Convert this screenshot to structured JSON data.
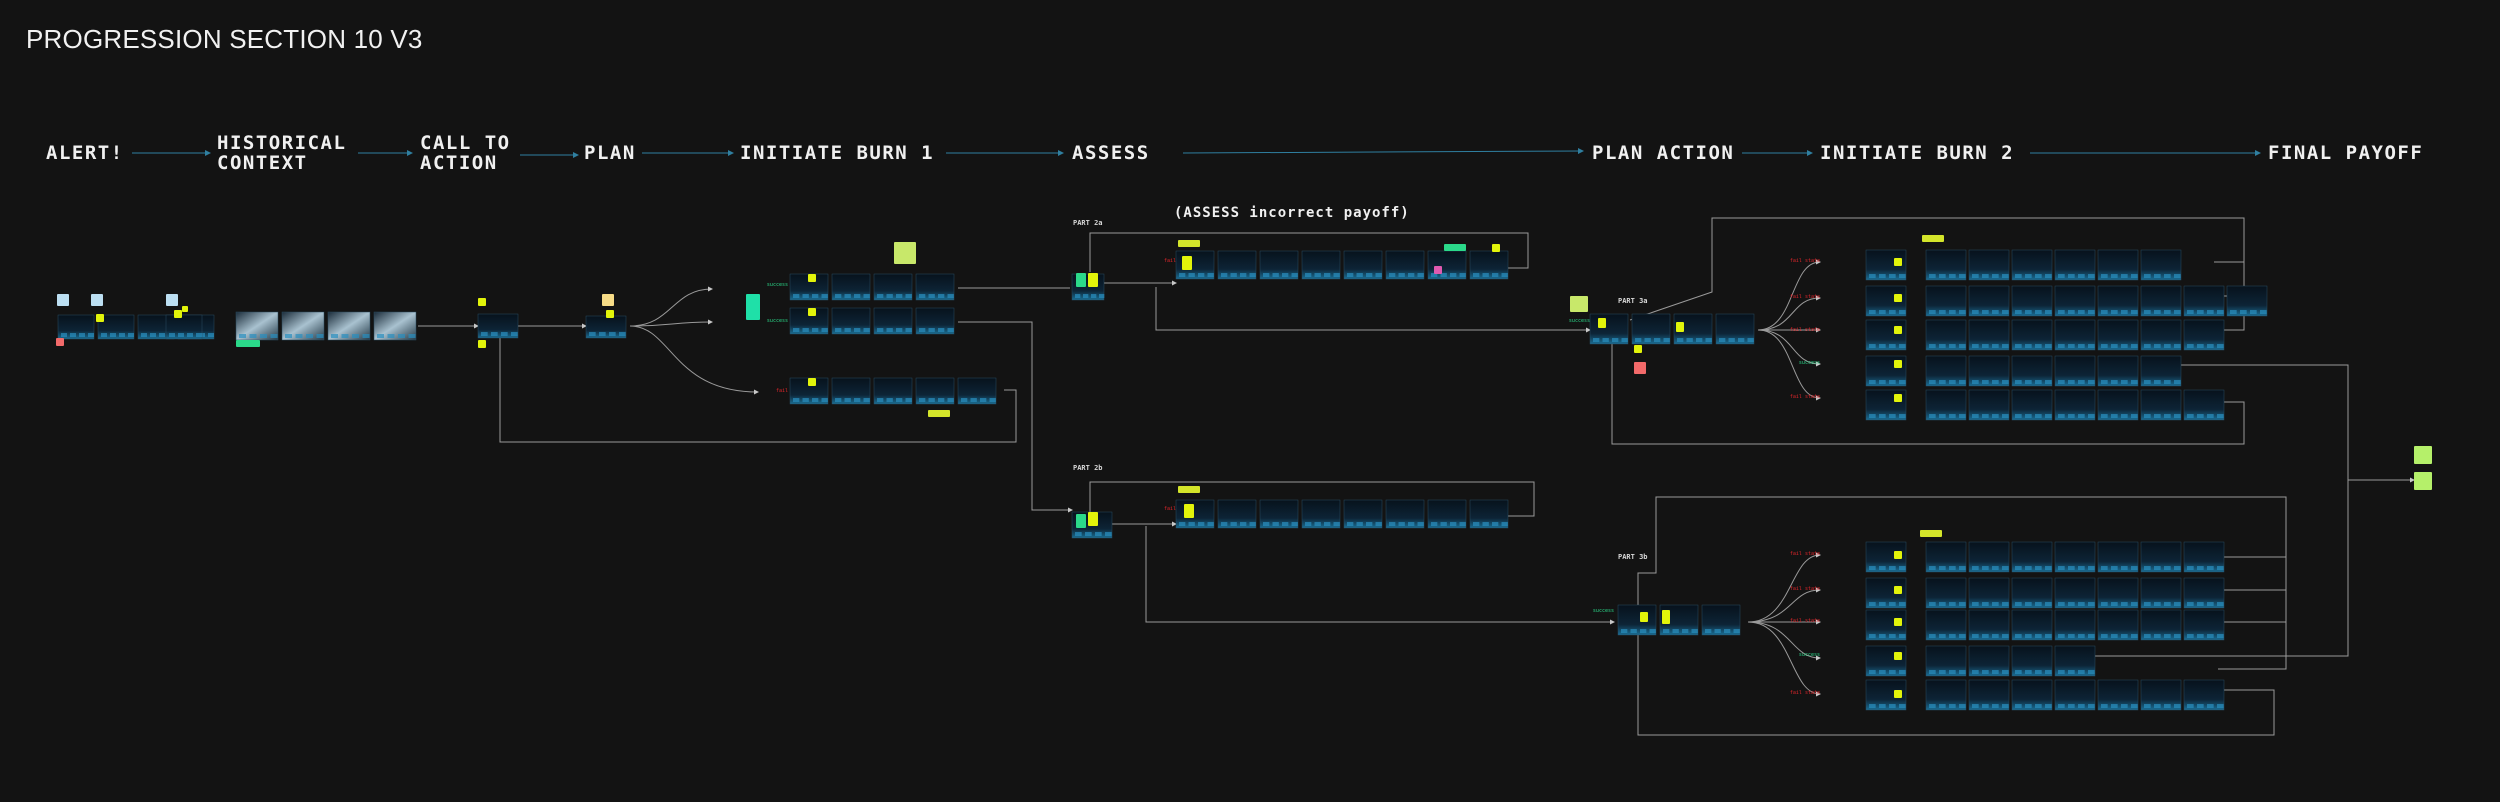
{
  "title": "PROGRESSION SECTION 10 V3",
  "phases": [
    {
      "id": "alert",
      "label": "ALERT!"
    },
    {
      "id": "historical-context",
      "label": "HISTORICAL\nCONTEXT"
    },
    {
      "id": "call-to-action",
      "label": "CALL TO\nACTION"
    },
    {
      "id": "plan",
      "label": "PLAN"
    },
    {
      "id": "initiate-burn-1",
      "label": "INITIATE BURN 1"
    },
    {
      "id": "assess",
      "label": "ASSESS"
    },
    {
      "id": "plan-action",
      "label": "PLAN ACTION"
    },
    {
      "id": "initiate-burn-2",
      "label": "INITIATE BURN 2"
    },
    {
      "id": "final-payoff",
      "label": "FINAL PAYOFF"
    }
  ],
  "annotations": {
    "assess_incorrect": "(ASSESS incorrect payoff)",
    "part_2a": "PART 2a",
    "part_2b": "PART 2b",
    "part_3a": "PART 3a",
    "part_3b": "PART 3b"
  },
  "colors": {
    "background": "#131313",
    "connector": "#9a9a9a",
    "phase_arrow": "#2f7fa0",
    "frame": "#0f2a3e",
    "frame_glow": "#1d6f9a",
    "sticky_yellow": "#e2f40a",
    "sticky_green": "#2bd98a",
    "sticky_pink": "#f26a6a",
    "sticky_blue": "#bcdff2",
    "fail_text": "#e0262b",
    "ok_text": "#2bd98a"
  }
}
